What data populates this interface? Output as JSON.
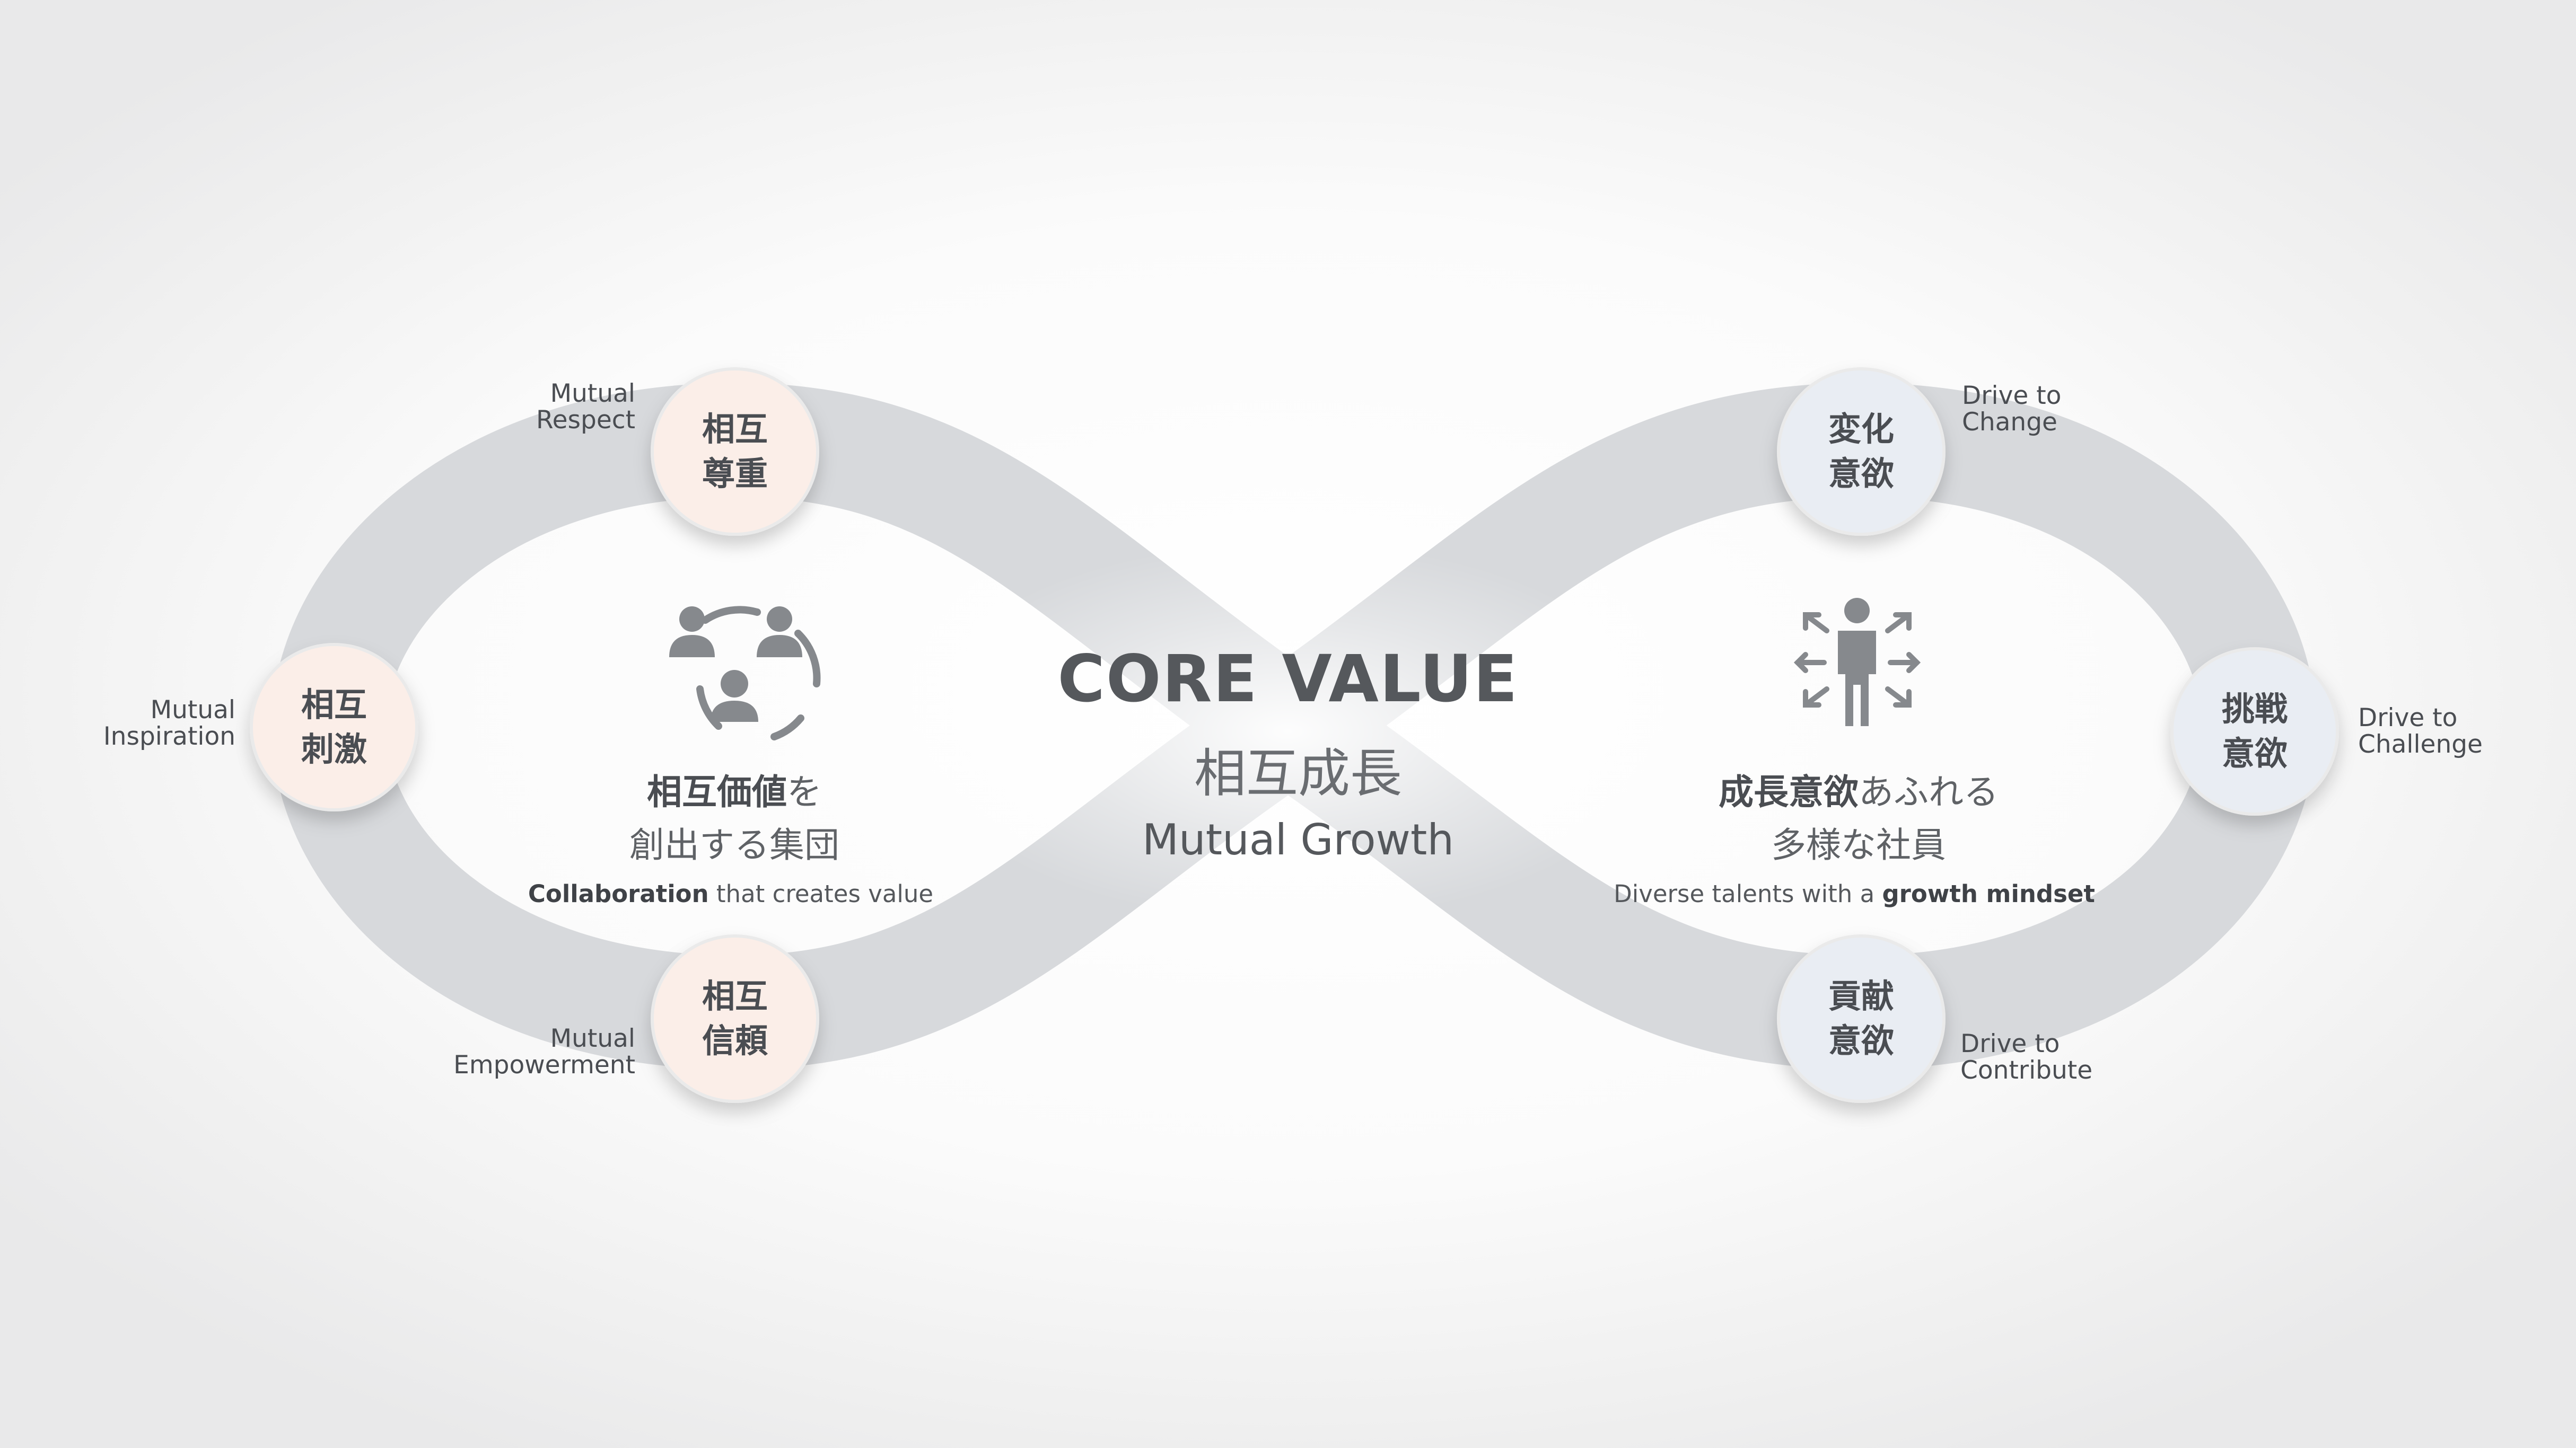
{
  "center": {
    "title": "CORE VALUE",
    "subtitle_jp": "相互成長",
    "subtitle_en": "Mutual Growth"
  },
  "left_group": {
    "icon": "team-collaboration-icon",
    "heading_bold": "相互価値",
    "heading_rest": "を",
    "heading_line2": "創出する集団",
    "caption_bold": "Collaboration",
    "caption_rest": " that creates value",
    "nodes": [
      {
        "jp_line1": "相互",
        "jp_line2": "尊重",
        "en_line1": "Mutual",
        "en_line2": "Respect",
        "tint": "#fbeee8"
      },
      {
        "jp_line1": "相互",
        "jp_line2": "刺激",
        "en_line1": "Mutual",
        "en_line2": "Inspiration",
        "tint": "#fbeee8"
      },
      {
        "jp_line1": "相互",
        "jp_line2": "信頼",
        "en_line1": "Mutual",
        "en_line2": "Empowerment",
        "tint": "#fbeee8"
      }
    ]
  },
  "right_group": {
    "icon": "person-growth-icon",
    "heading_bold": "成長意欲",
    "heading_rest": "あふれる",
    "heading_line2": "多様な社員",
    "caption_rest": "Diverse talents with a ",
    "caption_bold": "growth mindset",
    "nodes": [
      {
        "jp_line1": "変化",
        "jp_line2": "意欲",
        "en_line1": "Drive to",
        "en_line2": "Change",
        "tint": "#e9edf3"
      },
      {
        "jp_line1": "挑戦",
        "jp_line2": "意欲",
        "en_line1": "Drive to",
        "en_line2": "Challenge",
        "tint": "#e9edf3"
      },
      {
        "jp_line1": "貢献",
        "jp_line2": "意欲",
        "en_line1": "Drive to",
        "en_line2": "Contribute",
        "tint": "#e9edf3"
      }
    ]
  },
  "colors": {
    "band": "#d7d9dc",
    "text_dark": "#4a4d52",
    "icon_gray": "#86898d",
    "left_node": "#fbeee8",
    "right_node": "#e9edf3"
  }
}
